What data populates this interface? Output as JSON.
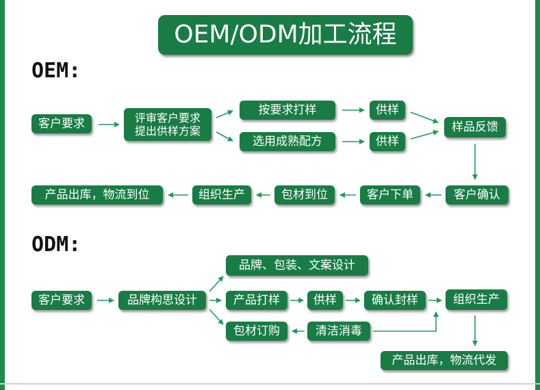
{
  "title": "OEM/ODM加工流程",
  "oem": {
    "label": "OEM:",
    "nodes": {
      "customer_request": "客户要求",
      "review_line1": "评审客户要求",
      "review_line2": "提出供样方案",
      "sample_by_request": "按要求打样",
      "select_finished": "选用成熟配方",
      "supply_sample_1": "供样",
      "supply_sample_2": "供样",
      "sample_feedback": "样品反馈",
      "customer_confirm": "客户确认",
      "customer_order": "客户下单",
      "packaging_ready": "包材到位",
      "organize_production": "组织生产",
      "ship_logistics": "产品出库，物流到位"
    }
  },
  "odm": {
    "label": "ODM:",
    "nodes": {
      "customer_request": "客户要求",
      "brand_design": "品牌构思设计",
      "brand_packaging_copy": "品牌、包装、文案设计",
      "product_sample": "产品打样",
      "supply_sample": "供样",
      "confirm_seal": "确认封样",
      "organize_production": "组织生产",
      "packaging_order": "包材订购",
      "clean_disinfect": "清洁消毒",
      "ship_logistics": "产品出库，物流代发"
    }
  },
  "colors": {
    "node_green": "#197c45",
    "arrow_green": "#1f9a55",
    "edge_green": "#1d8a4c"
  }
}
